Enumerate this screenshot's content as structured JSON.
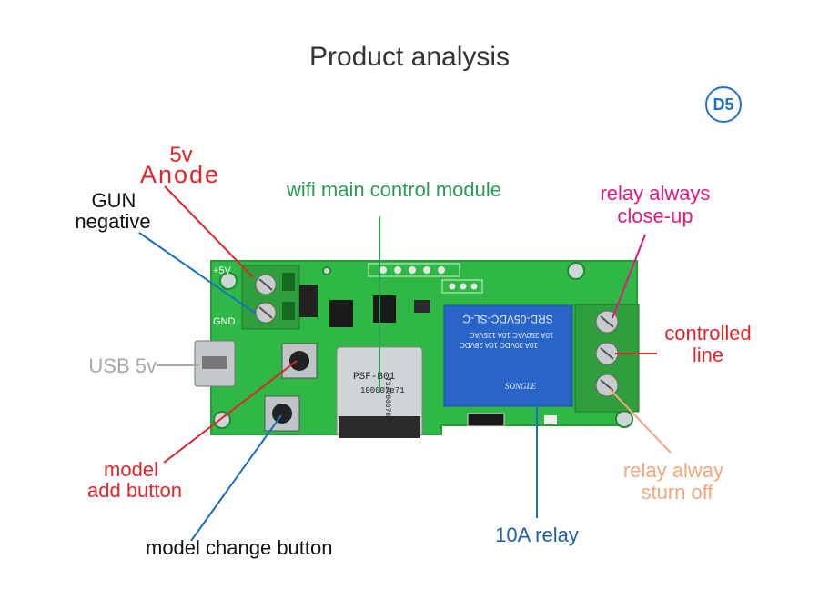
{
  "title": "Product analysis",
  "badge": "D5",
  "labels": {
    "v5": "5v",
    "anode": "Anode",
    "gun": "GUN",
    "negative": "negative",
    "wifi_module": "wifi main control module",
    "relay_close_1": "relay always",
    "relay_close_2": "close-up",
    "controlled_1": "controlled",
    "controlled_2": "line",
    "usb": "USB 5v",
    "model_add_1": "model",
    "model_add_2": "add button",
    "model_change": "model change button",
    "relay_10a": "10A relay",
    "relay_off_1": "relay alway",
    "relay_off_2": "sturn off"
  },
  "board_text": {
    "plus5v": "+5V",
    "gnd": "GND",
    "relay_model": "SRD-05VDC-SL-C",
    "relay_spec1": "10A 250VAC 10A 125VAC",
    "relay_spec2": "10A 30VDC 10A 28VDC",
    "relay_brand": "SONGLE",
    "module_name": "PSF-B01",
    "module_code1": "100007e71",
    "module_code2": "TSJG00078"
  },
  "colors": {
    "red": "#e0262b",
    "blue": "#1a6fc4",
    "green": "#2a9b55",
    "magenta": "#e0187f",
    "gray": "#a8a8a8",
    "peach": "#f2a77a",
    "black": "#111111",
    "pcb": "#2fb845",
    "relay": "#2b64c8",
    "terminal": "#2f9e3c"
  }
}
